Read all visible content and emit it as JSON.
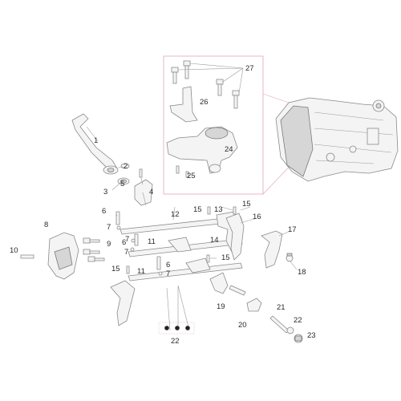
{
  "callouts": {
    "c1": "1",
    "c2": "2",
    "c3": "3",
    "c4": "4",
    "c5": "5",
    "c6a": "6",
    "c6b": "6",
    "c6c": "6",
    "c7a": "7",
    "c7b": "7",
    "c7c": "7",
    "c7d": "7",
    "c8": "8",
    "c9": "9",
    "c10": "10",
    "c11a": "11",
    "c11b": "11",
    "c12": "12",
    "c13": "13",
    "c14": "14",
    "c15a": "15",
    "c15b": "15",
    "c15c": "15",
    "c15d": "15",
    "c16": "16",
    "c17": "17",
    "c18": "18",
    "c19": "19",
    "c20": "20",
    "c21": "21",
    "c22a": "22",
    "c22b": "22",
    "c23": "23",
    "c24": "24",
    "c25": "25",
    "c26": "26",
    "c27": "27"
  }
}
